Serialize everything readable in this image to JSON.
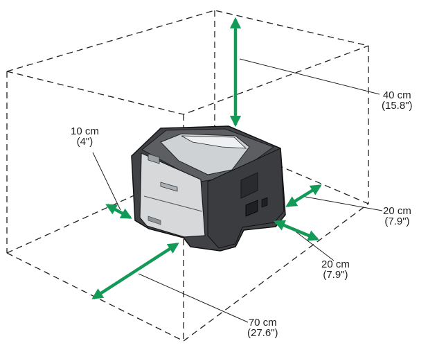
{
  "labels": {
    "top": {
      "metric": "40 cm",
      "imperial": "(15.8\")"
    },
    "left": {
      "metric": "10 cm",
      "imperial": "(4\")"
    },
    "right": {
      "metric": "20 cm",
      "imperial": "(7.9\")"
    },
    "rear": {
      "metric": "20 cm",
      "imperial": "(7.9\")"
    },
    "front": {
      "metric": "70 cm",
      "imperial": "(27.6\")"
    }
  },
  "colors": {
    "arrow": "#149a57",
    "box_line": "#231f20",
    "printer_body": "#404246",
    "printer_panel": "#d6d8da"
  }
}
